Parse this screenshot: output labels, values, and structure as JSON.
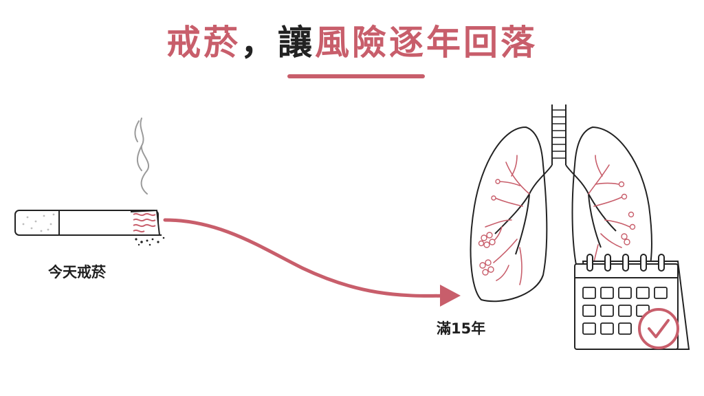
{
  "title": {
    "part1": "戒菸",
    "part2": "，讓",
    "part3": "風險逐年回落"
  },
  "labels": {
    "start": "今天戒菸",
    "end": "滿15年"
  },
  "colors": {
    "accent": "#c85e6b",
    "ink": "#222222",
    "background": "#ffffff"
  },
  "icons": [
    "cigarette-icon",
    "smoke-icon",
    "arrow-icon",
    "lungs-icon",
    "calendar-icon",
    "checkmark-icon"
  ]
}
